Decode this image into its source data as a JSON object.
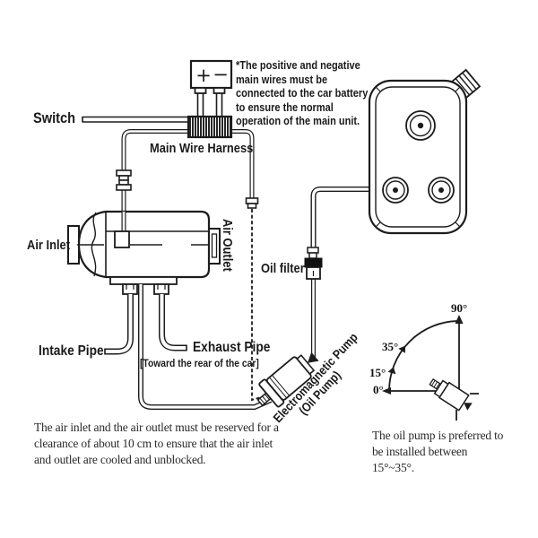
{
  "labels": {
    "switch": "Switch",
    "main_wire_harness": "Main Wire Harness",
    "air_inlet": "Air Inlet",
    "air_outlet": "Air Outlet",
    "oil_filter": "Oil filter",
    "intake_pipe": "Intake Pipe",
    "exhaust_pipe": "Exhaust Pipe",
    "exhaust_direction_note": "[Toward the rear of the car]",
    "pump_name": "Electromagnetic Pump",
    "pump_alias": "(Oil Pump)"
  },
  "battery": {
    "plus": "+",
    "minus": "−",
    "note": "*The positive and negative main wires must be connected to the car battery to ensure the normal operation of the main unit."
  },
  "angle_gauge": {
    "d0": "0°",
    "d15": "15°",
    "d35": "35°",
    "d90": "90°"
  },
  "notes": {
    "clearance": "The air inlet and the air outlet must be reserved for a clearance of about 10 cm to ensure that the air inlet and outlet are cooled and unblocked.",
    "pump_angle": "The oil pump is preferred to be installed between 15°~35°."
  },
  "icons": [
    "battery-icon",
    "wire-harness-icon",
    "heater-unit-icon",
    "fuel-tank-icon",
    "oil-filter-icon",
    "electromagnetic-pump-icon",
    "angle-gauge-icon"
  ],
  "colors": {
    "line": "#1c1c1c",
    "background": "#ffffff",
    "filter_cap": "#111111"
  }
}
